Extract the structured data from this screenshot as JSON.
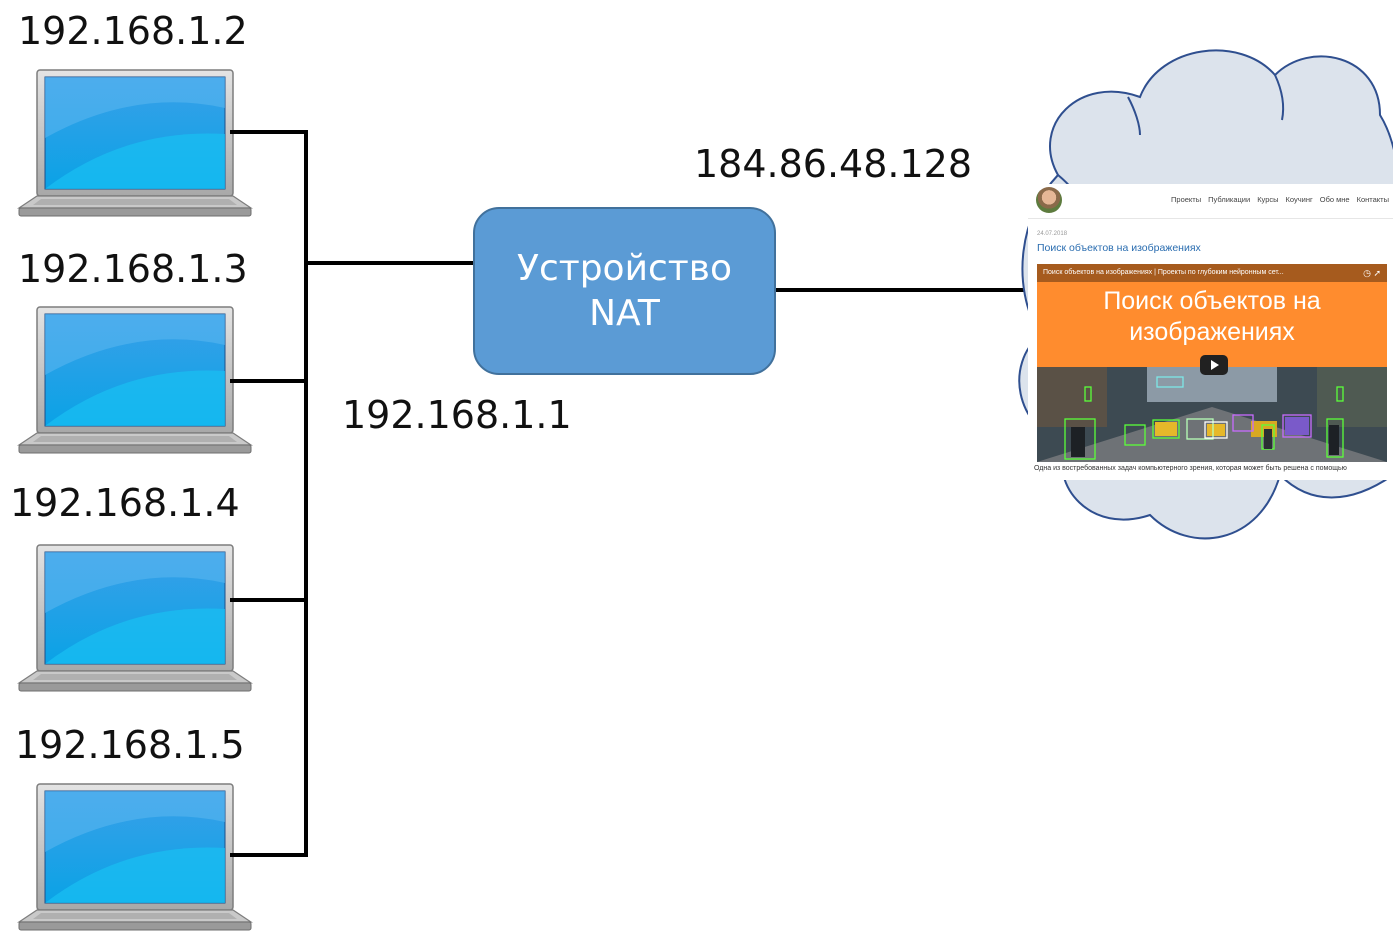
{
  "hosts": [
    {
      "ip": "192.168.1.2"
    },
    {
      "ip": "192.168.1.3"
    },
    {
      "ip": "192.168.1.4"
    },
    {
      "ip": "192.168.1.5"
    }
  ],
  "nat": {
    "line1": "Устройство",
    "line2": "NAT",
    "inner_ip": "192.168.1.1",
    "outer_ip": "184.86.48.128"
  },
  "website": {
    "nav": [
      "Проекты",
      "Публикации",
      "Курсы",
      "Коучинг",
      "Обо мне",
      "Контакты"
    ],
    "date": "24.07.2018",
    "title": "Поиск объектов на изображениях",
    "video_bar_title": "Поиск объектов на изображениях | Проекты по глубоким нейронным сет...",
    "video_overlay_line1": "Поиск объектов на",
    "video_overlay_line2": "изображениях",
    "body_text": "Одна из востребованных задач компьютерного зрения, которая может быть решена с помощью"
  },
  "colors": {
    "nat_fill": "#5b9bd5",
    "nat_border": "#41719c",
    "cloud_fill": "#dce3ec",
    "cloud_stroke": "#2f4f8f",
    "wire": "#000000",
    "video_bg": "#ff8c2e"
  }
}
